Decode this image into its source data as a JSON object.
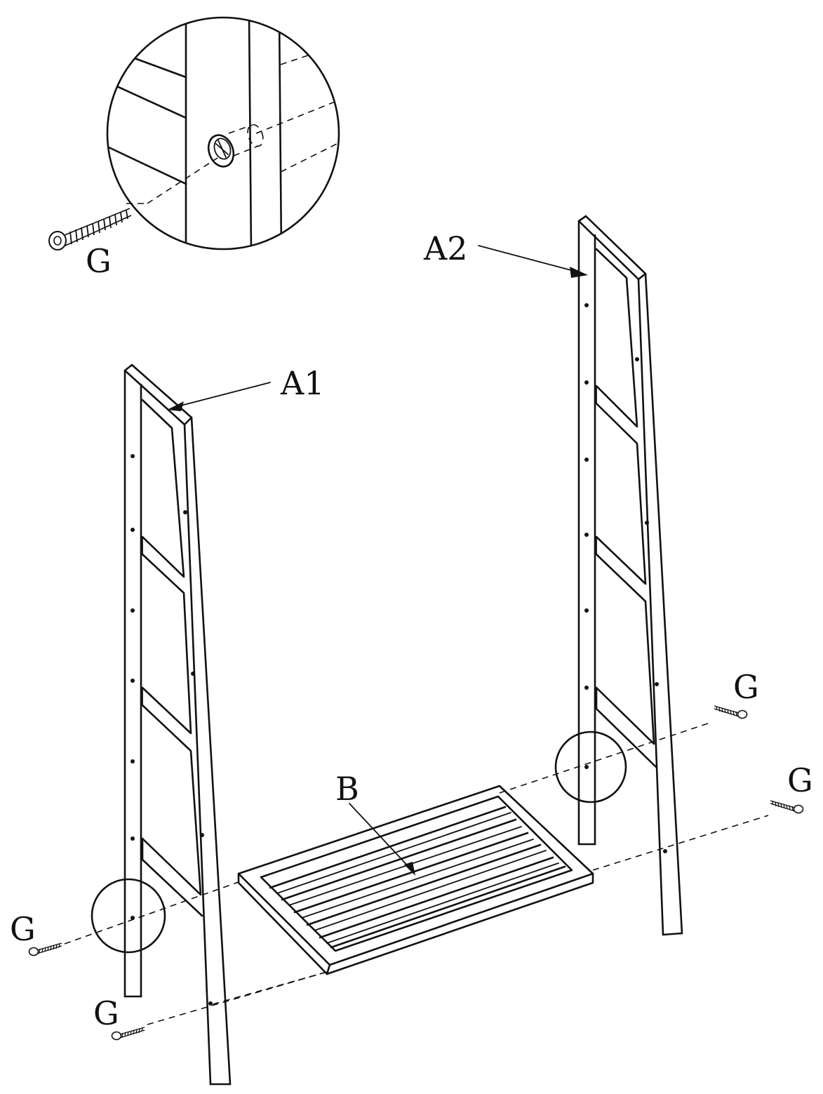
{
  "diagram": {
    "labels": {
      "a1": "A1",
      "a2": "A2",
      "b": "B",
      "g": "G"
    },
    "colors": {
      "ink": "#111111",
      "paper": "#ffffff"
    }
  }
}
